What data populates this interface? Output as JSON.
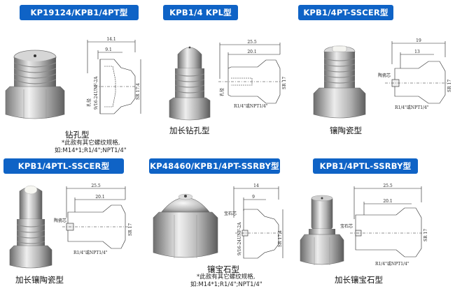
{
  "panels": [
    {
      "header": "KP19124/KPB1/4PT型",
      "caption": "钻孔型",
      "note_lines": [
        "*此款有其它螺纹规格,",
        "如:M14*1;R1/4\";NPT1/4\""
      ],
      "dims": {
        "top1": "14.1",
        "top2": "9.1",
        "thread": "9/16-24UNF-2A",
        "depth": "孔径",
        "right": "SR 17.4"
      }
    },
    {
      "header": "KPB1/4 KPL型",
      "caption": "加长钻孔型",
      "dims": {
        "top1": "25.5",
        "top2": "20.1",
        "hole": "孔径",
        "right": "SR 17",
        "thread": "R1/4\"或NPT1/4\""
      }
    },
    {
      "header": "KPB1/4PT-SSCER型",
      "caption": "镶陶瓷型",
      "dims": {
        "top1": "19",
        "top2": "13",
        "insert": "陶瓷芯",
        "right": "SR 17",
        "thread": "R1/4\"或NPT1/4\""
      }
    },
    {
      "header": "KPB1/4PTL-SSCER型",
      "caption": "加长镶陶瓷型",
      "dims": {
        "top1": "25.5",
        "top2": "20.1",
        "insert": "陶瓷芯",
        "right": "SR 17",
        "thread": "R1/4\"或NPT1/4\""
      }
    },
    {
      "header": "KP48460/KPB1/4PT-SSRBY型",
      "caption": "镶宝石型",
      "note_lines": [
        "*此款有其它螺纹规格,",
        "如:M14*1;R1/4\";NPT1/4\""
      ],
      "dims": {
        "top1": "14",
        "top2": "9",
        "insert": "宝石芯",
        "thread": "9/16-24UNF-2A",
        "right": "SR 17.4"
      }
    },
    {
      "header": "KPB1/4PTL-SSRBY型",
      "caption": "加长镶宝石型",
      "dims": {
        "top1": "25.5",
        "top2": "20.1",
        "insert": "宝石芯",
        "right": "SR 17",
        "thread": "R1/4\"或NPT1/4\""
      }
    }
  ]
}
